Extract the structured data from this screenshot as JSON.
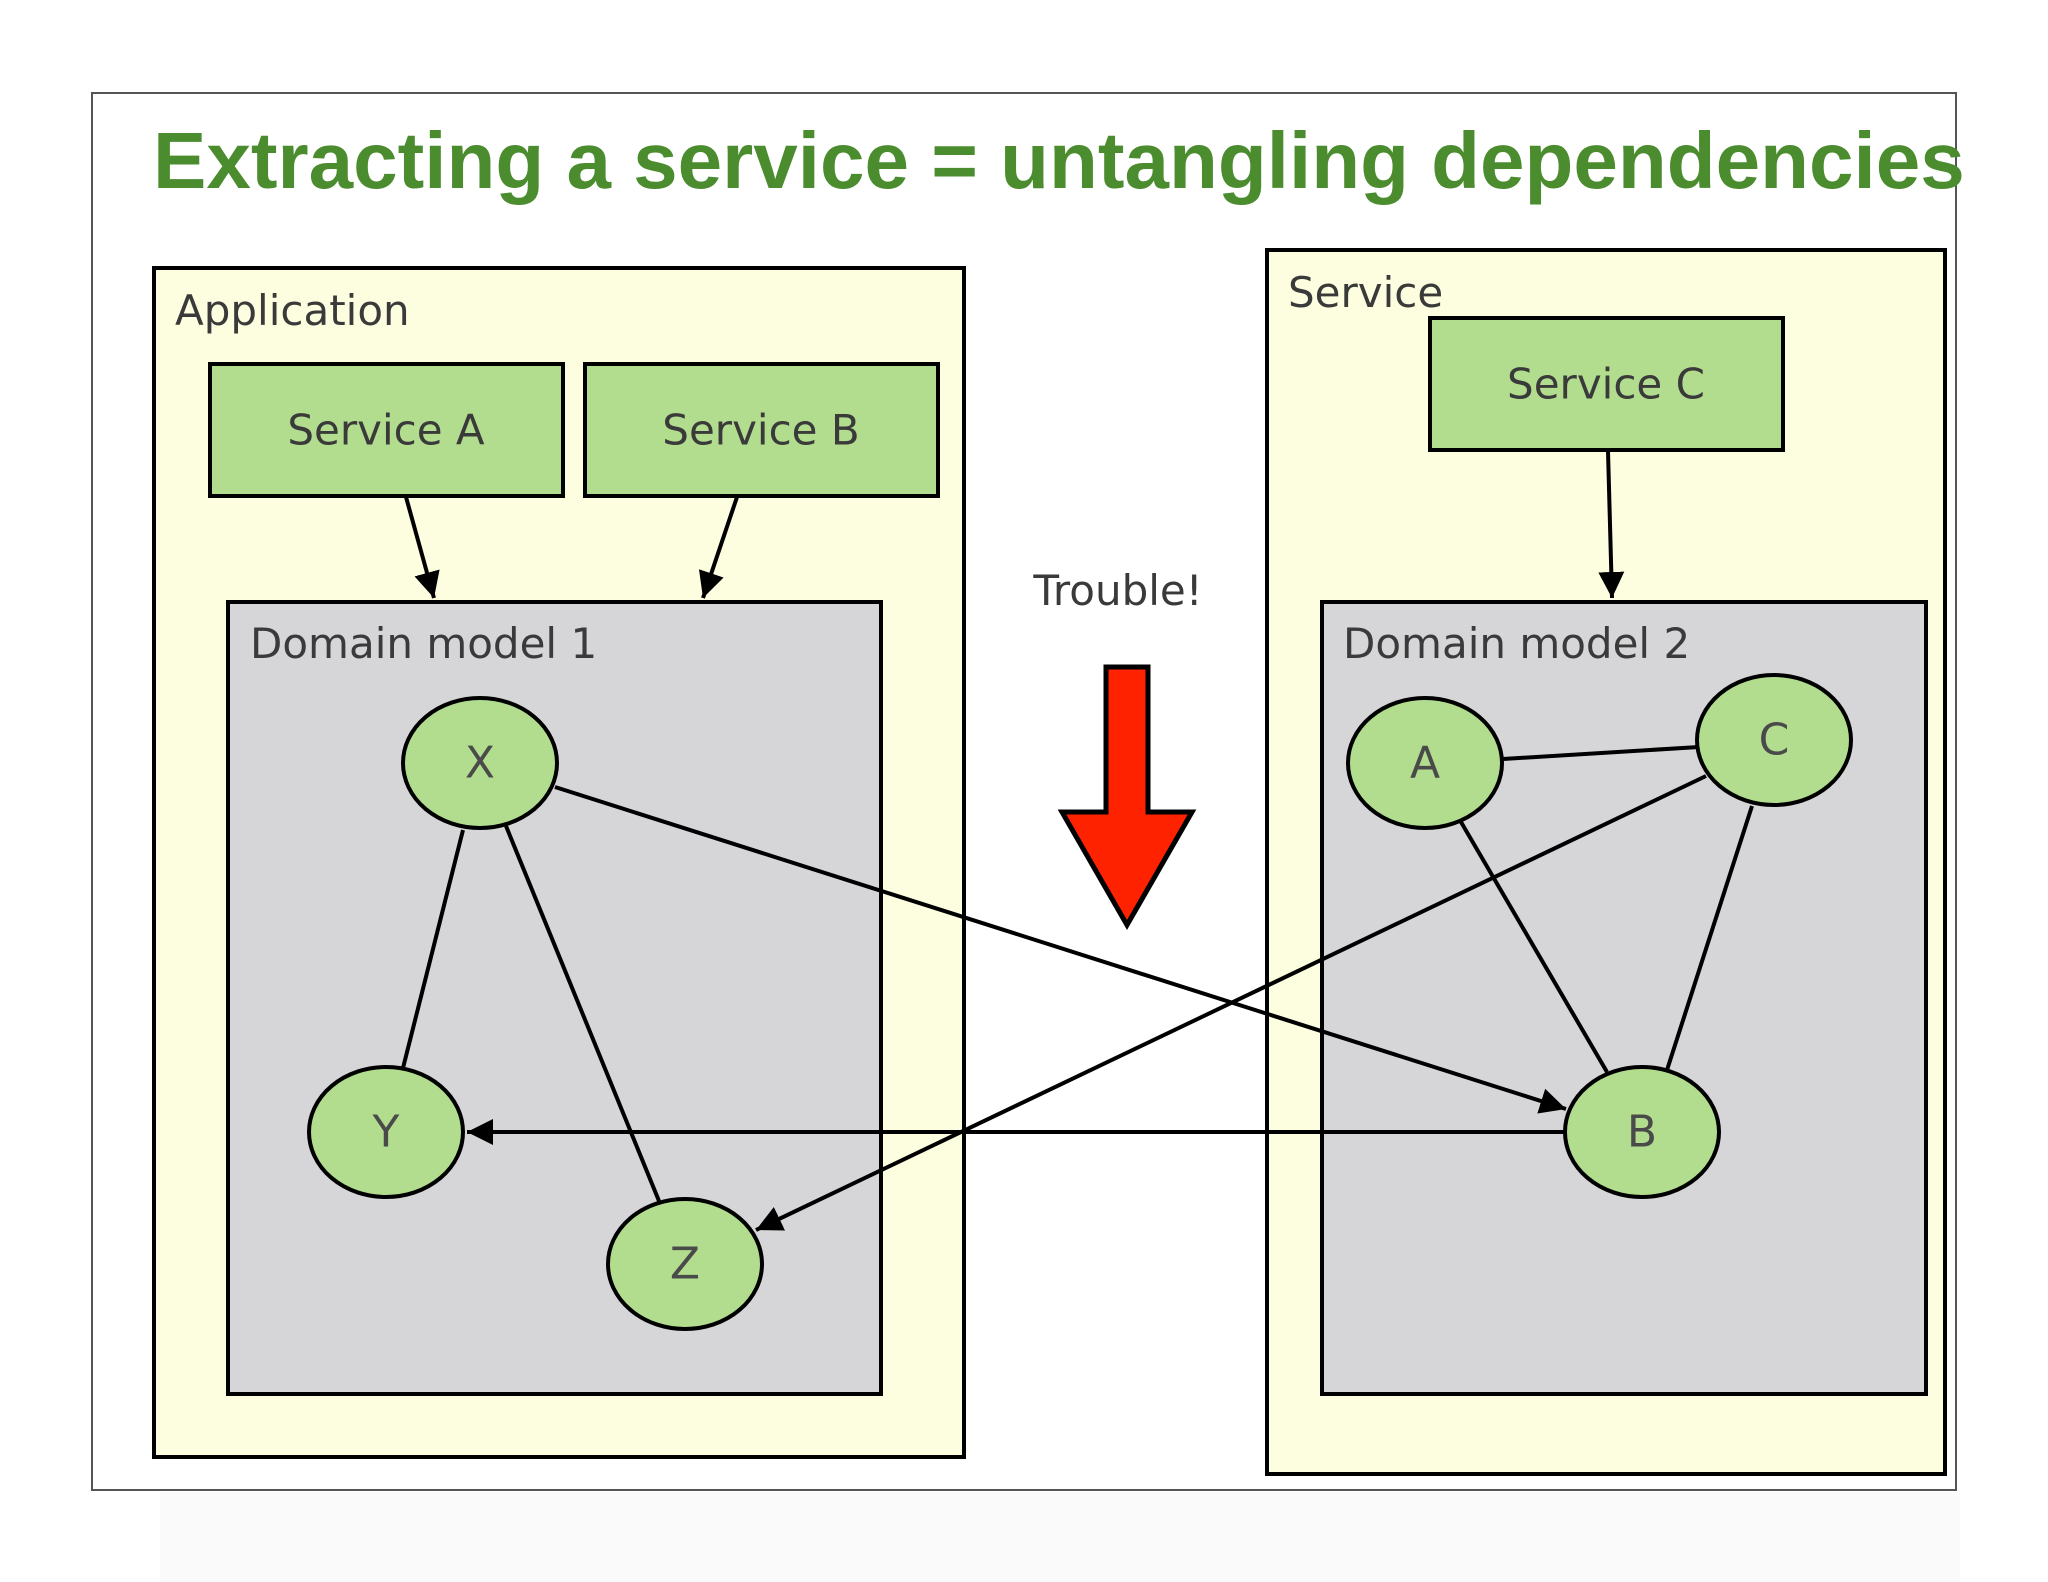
{
  "slide": {
    "title": "Extracting a service = untangling dependencies",
    "colors": {
      "title": "#4a8c2e",
      "container_fill": "#fdfde0",
      "domain_fill": "#d6d5d8",
      "service_fill": "#b2dd8e",
      "node_fill": "#b2dd8e",
      "arrow": "#ff2200"
    }
  },
  "application": {
    "label": "Application",
    "service_a": "Service A",
    "service_b": "Service B",
    "domain": {
      "label": "Domain model 1",
      "nodes": {
        "x": "X",
        "y": "Y",
        "z": "Z"
      }
    }
  },
  "service": {
    "label": "Service",
    "service_c": "Service C",
    "domain": {
      "label": "Domain model 2",
      "nodes": {
        "a": "A",
        "b": "B",
        "c": "C"
      }
    }
  },
  "trouble": {
    "label": "Trouble!",
    "icon": "down-arrow-icon"
  }
}
